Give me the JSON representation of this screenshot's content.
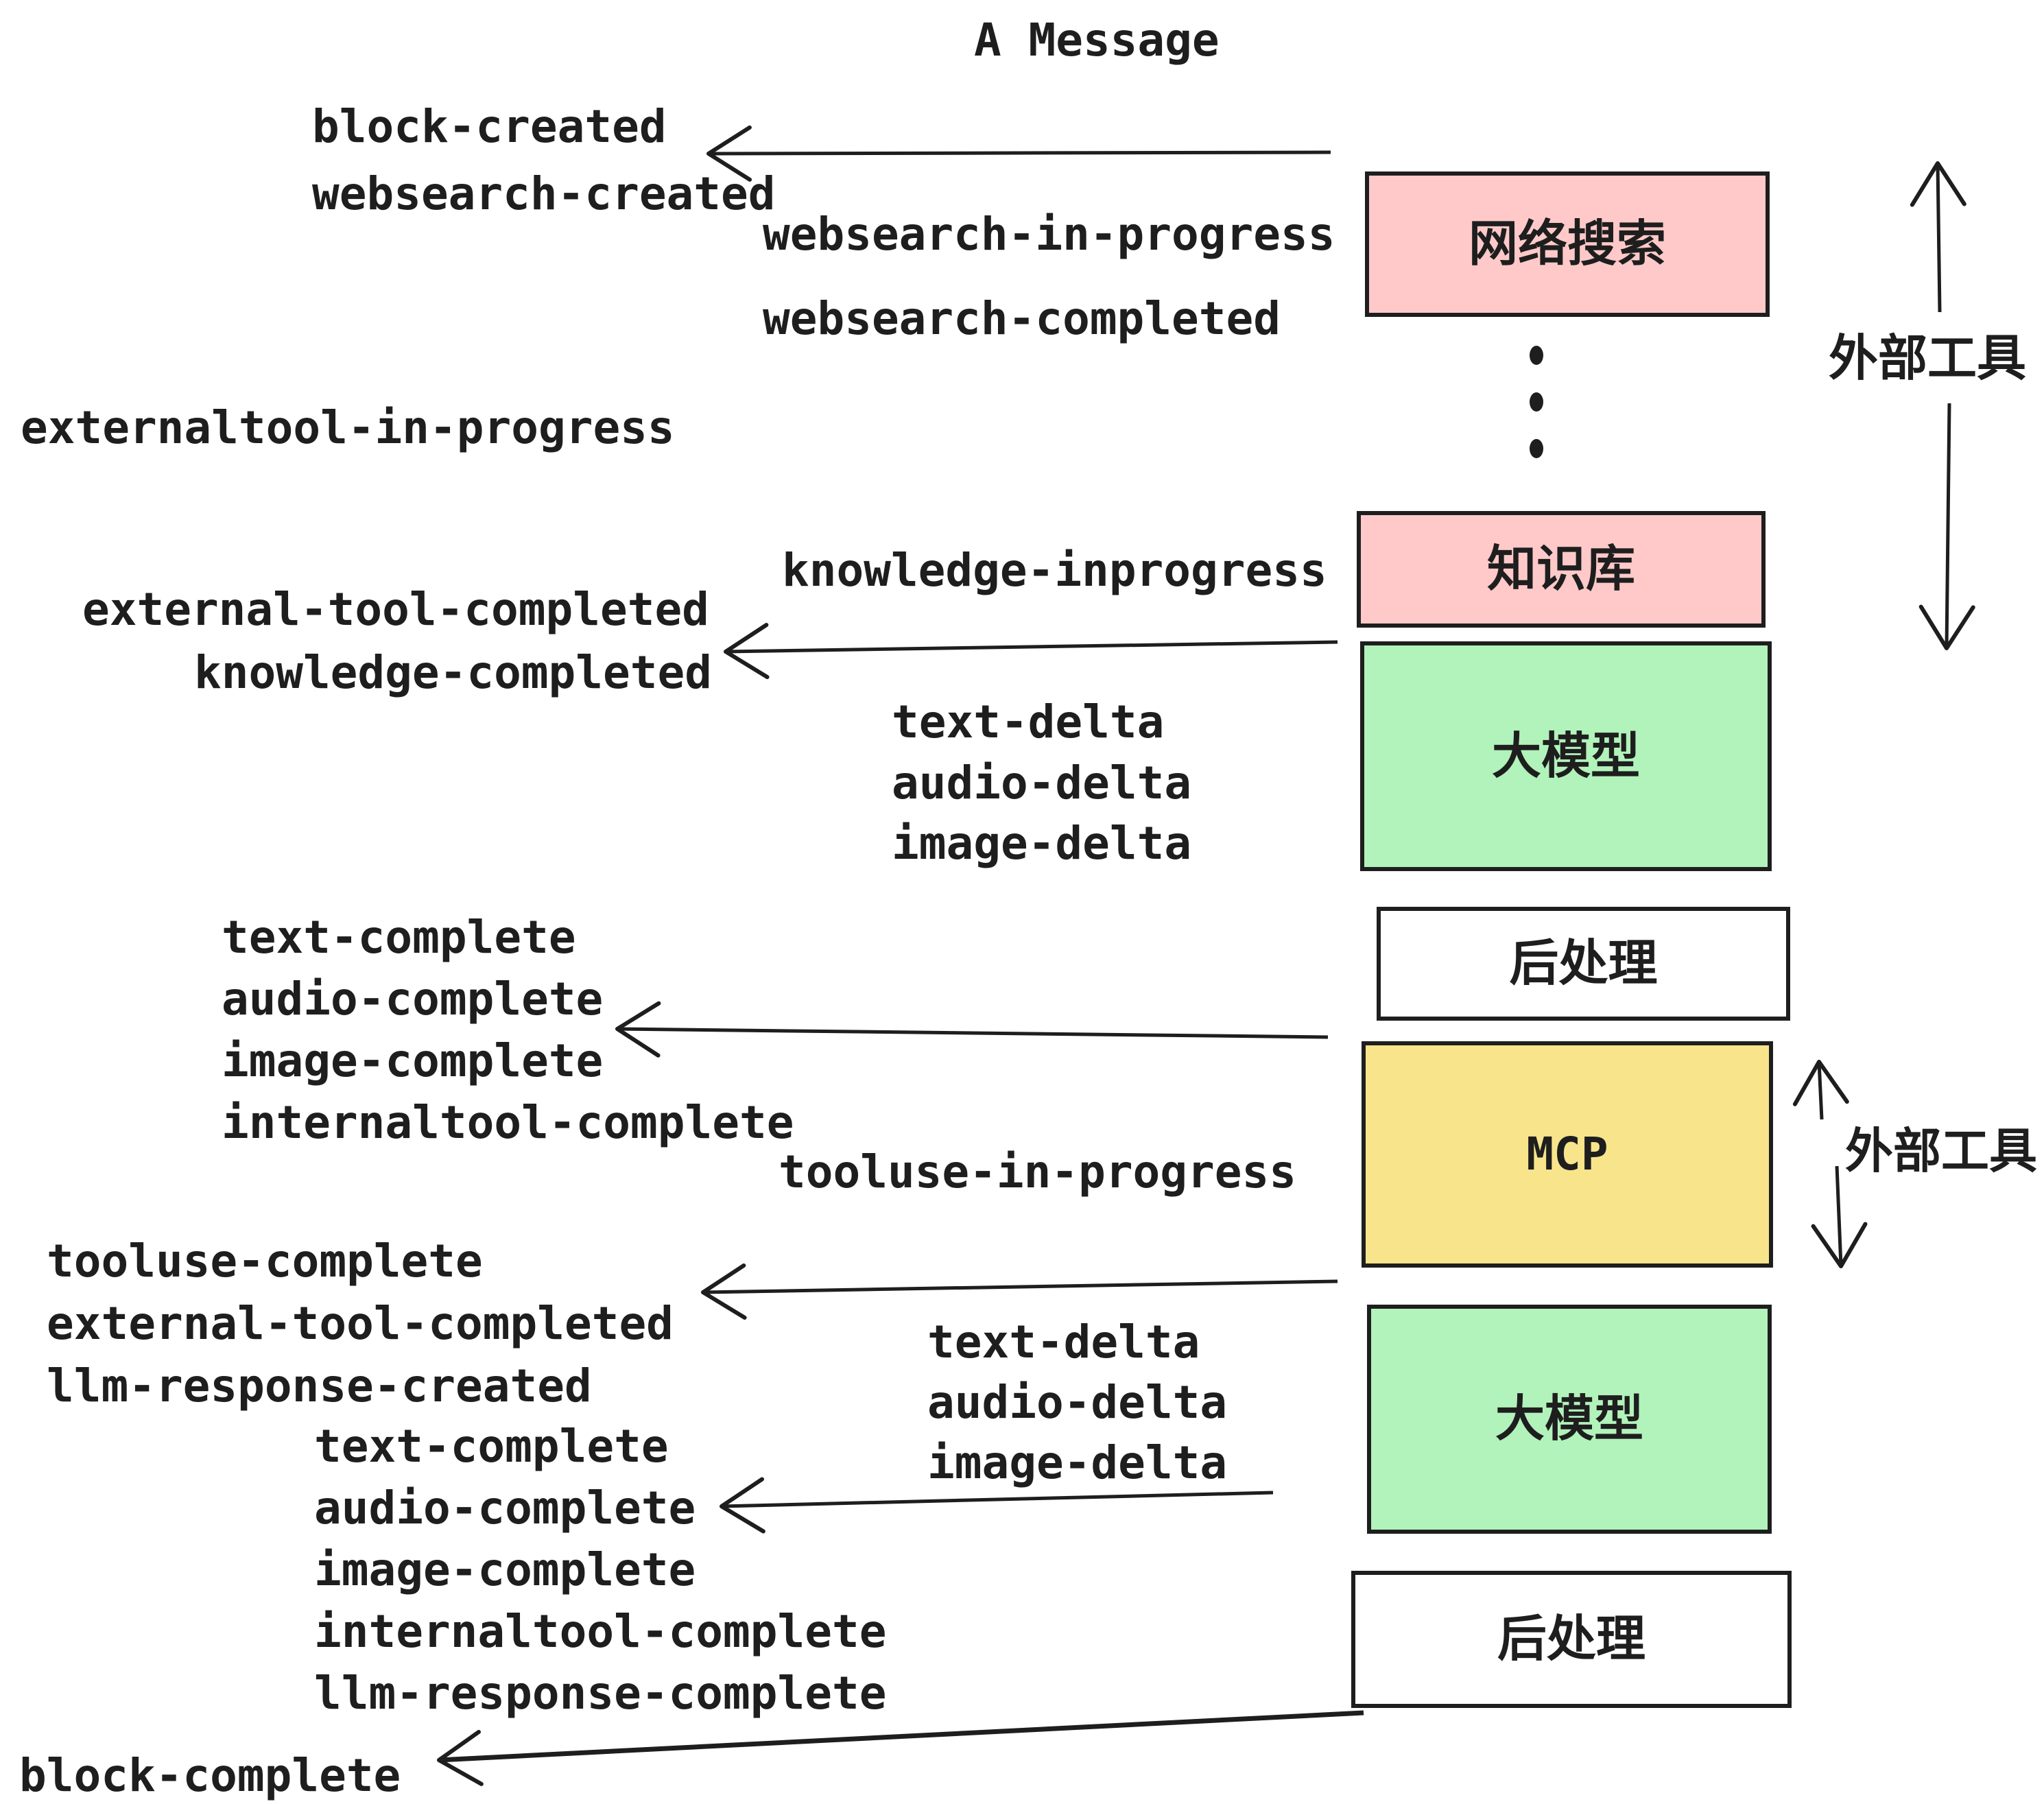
{
  "title": "A Message",
  "events": {
    "block_created": "block-created",
    "websearch_created": "websearch-created",
    "websearch_in_progress": "websearch-in-progress",
    "websearch_completed": "websearch-completed",
    "externaltool_in_progress": "externaltool-in-progress",
    "knowledge_inprogress": "knowledge-inprogress",
    "external_tool_completed": "external-tool-completed",
    "knowledge_completed": "knowledge-completed",
    "text_delta": "text-delta",
    "audio_delta": "audio-delta",
    "image_delta": "image-delta",
    "text_complete": "text-complete",
    "audio_complete": "audio-complete",
    "image_complete": "image-complete",
    "internaltool_complete": "internaltool-complete",
    "tooluse_in_progress": "tooluse-in-progress",
    "tooluse_complete": "tooluse-complete",
    "llm_response_created": "llm-response-created",
    "llm_response_complete": "llm-response-complete",
    "block_complete": "block-complete"
  },
  "annotations": {
    "external_tools_top": "外部工具",
    "external_tools_bottom": "外部工具"
  },
  "boxes": {
    "websearch": {
      "label": "网络搜索",
      "fill": "#ffc9c9"
    },
    "knowledge": {
      "label": "知识库",
      "fill": "#ffc9c9"
    },
    "llm_top": {
      "label": "大模型",
      "fill": "#b2f2bb"
    },
    "post_top": {
      "label": "后处理",
      "fill": "#ffffff"
    },
    "mcp": {
      "label": "MCP",
      "fill": "#f8e48b"
    },
    "llm_bottom": {
      "label": "大模型",
      "fill": "#b2f2bb"
    },
    "post_bottom": {
      "label": "后处理",
      "fill": "#ffffff"
    }
  },
  "colors": {
    "ink": "#1e1e1e",
    "box_pink": "#ffc9c9",
    "box_green": "#b2f2bb",
    "box_yellow": "#f8e48b",
    "box_white": "#ffffff"
  }
}
